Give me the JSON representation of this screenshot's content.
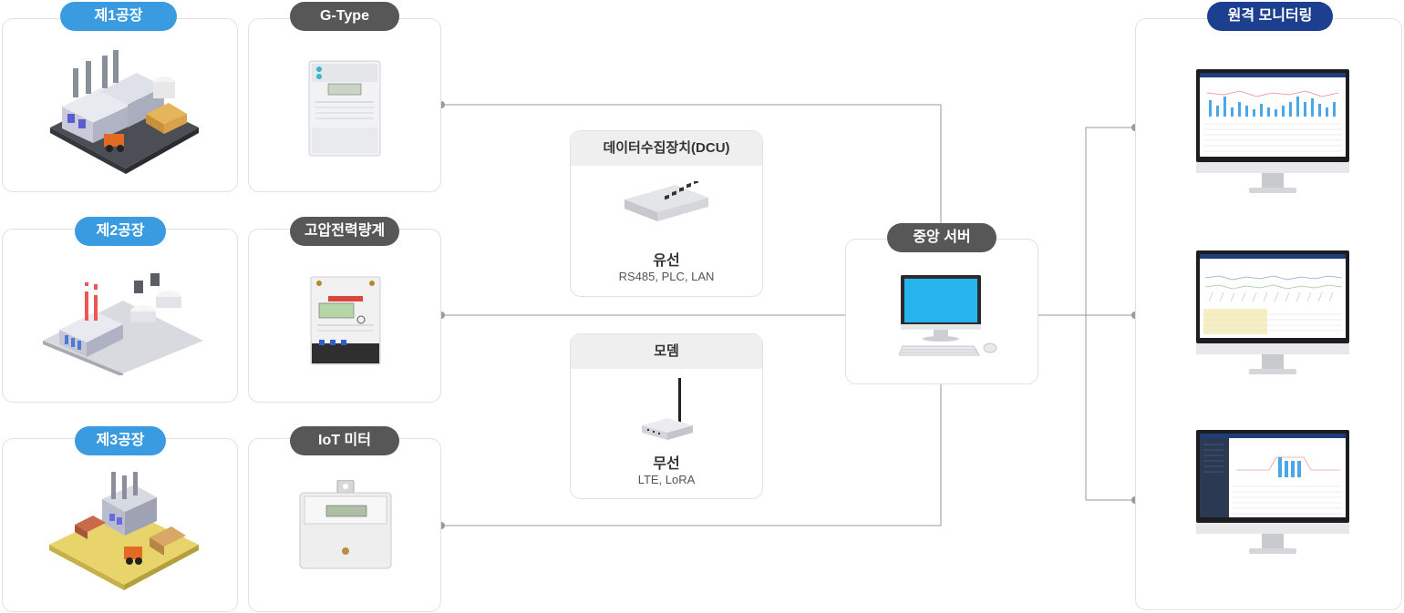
{
  "factories": [
    {
      "label": "제1공장",
      "icon": "factory-icon"
    },
    {
      "label": "제2공장",
      "icon": "factory-icon"
    },
    {
      "label": "제3공장",
      "icon": "factory-icon"
    }
  ],
  "meters": [
    {
      "label": "G-Type",
      "icon": "meter-icon"
    },
    {
      "label": "고압전력량계",
      "icon": "meter-icon"
    },
    {
      "label": "IoT 미터",
      "icon": "meter-icon"
    }
  ],
  "dcu": {
    "header": "데이터수집장치(DCU)",
    "title": "유선",
    "subtitle": "RS485, PLC, LAN",
    "icon": "switch-icon"
  },
  "modem": {
    "header": "모뎀",
    "title": "무선",
    "subtitle": "LTE,  LoRA",
    "icon": "router-icon"
  },
  "server": {
    "label": "중앙 서버",
    "icon": "computer-icon"
  },
  "monitoring": {
    "label": "원격 모니터링",
    "icon": "monitor-icon"
  },
  "colors": {
    "factory_pill": "#3a9be0",
    "meter_pill": "#575757",
    "monitor_pill": "#1d3f8f",
    "line": "#9a9a9a"
  }
}
